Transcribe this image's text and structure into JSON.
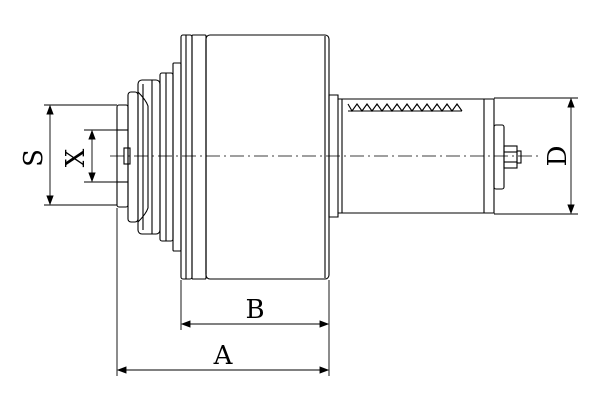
{
  "figure": {
    "labels": {
      "S": "S",
      "X": "X",
      "B": "B",
      "A": "A",
      "D": "D"
    },
    "colors": {
      "stroke": "#000000",
      "background": "#ffffff",
      "centerline": "#000000"
    },
    "line_styles": {
      "centerline": "dash-dot"
    }
  }
}
